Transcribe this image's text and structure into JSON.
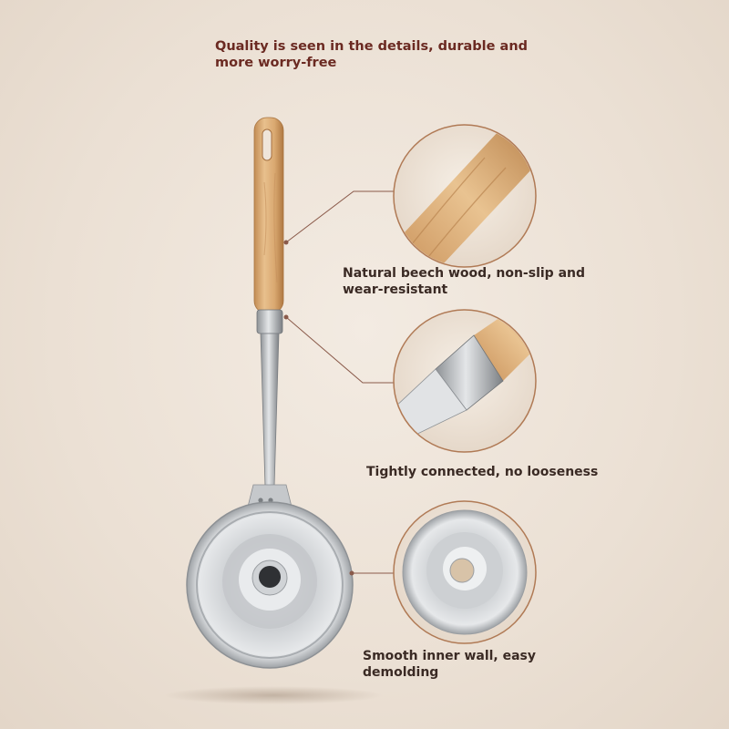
{
  "headline": "Quality is seen in the details, durable and more worry-free",
  "features": [
    {
      "label": "Natural beech wood, non-slip and wear-resistant"
    },
    {
      "label": "Tightly connected, no looseness"
    },
    {
      "label": "Smooth inner wall, easy demolding"
    }
  ],
  "colors": {
    "background": "#ece2d7",
    "headline": "#6b2a22",
    "caption": "#3a2a24",
    "wood": "#d9a870",
    "metal": "#b9bcbf",
    "leader_line": "#8a5a4a"
  }
}
